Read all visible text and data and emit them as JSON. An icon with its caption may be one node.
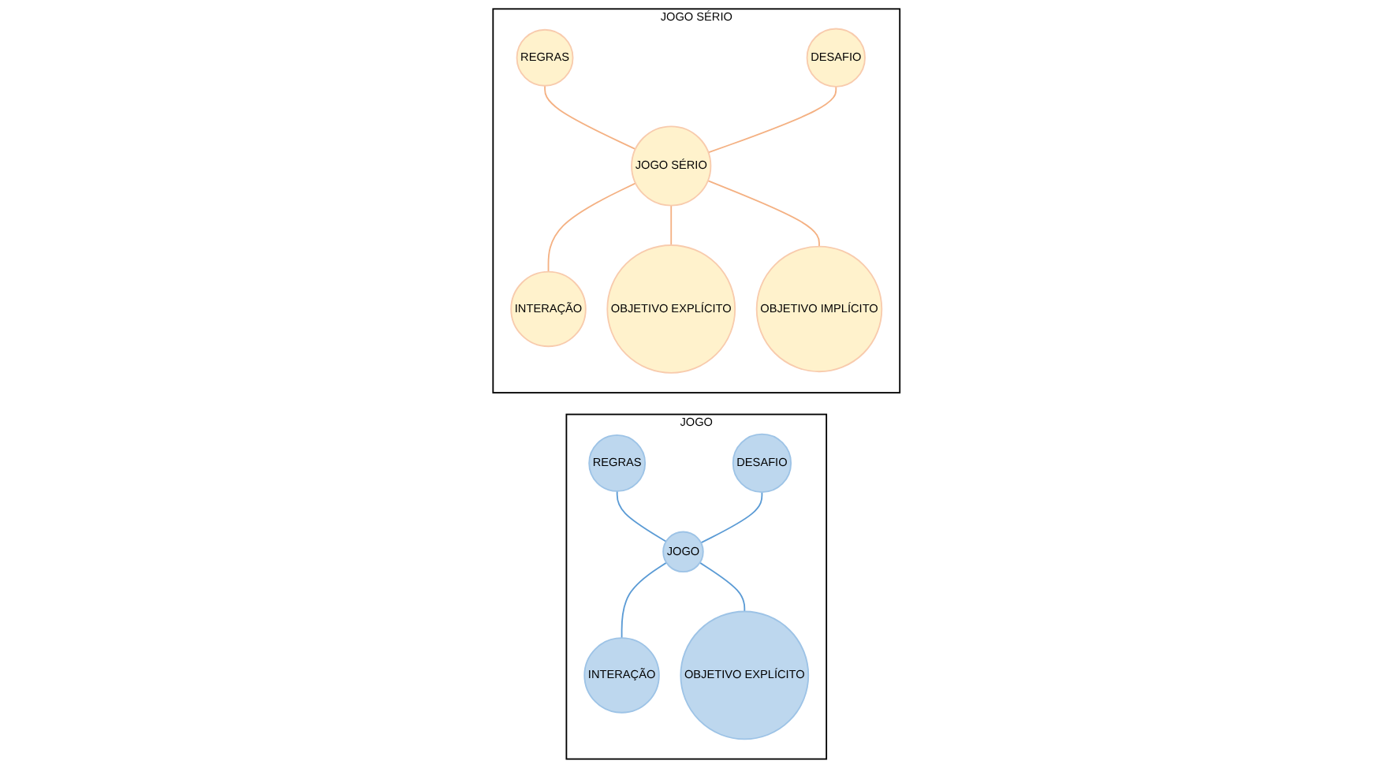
{
  "diagram": {
    "nodes": [
      {
        "text": [
          "JOGO"
        ]
      },
      {
        "text": [
          "REGRAS"
        ],
        "in": 0
      },
      {
        "text": [
          "DESAFIO"
        ],
        "in": 0
      },
      {
        "text": [
          "JOGO"
        ],
        "in": 0
      },
      {
        "text": [
          "INTERAÇÃO"
        ],
        "in": 0
      },
      {
        "text": [
          "OBJETIVO EXPLÍCITO"
        ],
        "in": 0
      },
      {
        "text": [
          "JOGO SÉRIO"
        ]
      },
      {
        "text": [
          "REGRAS"
        ],
        "in": 6
      },
      {
        "text": [
          "DESAFIO"
        ],
        "in": 6
      },
      {
        "text": [
          "JOGO SÉRIO"
        ],
        "in": 6
      },
      {
        "text": [
          "INTERAÇÃO"
        ],
        "in": 6
      },
      {
        "text": [
          "OBJETIVO EXPLÍCITO"
        ],
        "in": 6
      },
      {
        "text": [
          "OBJETIVO IMPLÍCITO"
        ],
        "in": 6
      }
    ],
    "edges": [
      {
        "from": 1,
        "to": 3,
        "arrow": "none",
        "color": "#5b9bd5"
      },
      {
        "from": 2,
        "to": 3,
        "arrow": "none",
        "color": "#5b9bd5"
      },
      {
        "from": 3,
        "to": 4,
        "arrow": "none",
        "color": "#5b9bd5"
      },
      {
        "from": 3,
        "to": 5,
        "arrow": "none",
        "color": "#5b9bd5"
      },
      {
        "from": 7,
        "to": 9,
        "arrow": "none",
        "color": "#f4b183"
      },
      {
        "from": 8,
        "to": 9,
        "arrow": "none",
        "color": "#f4b183"
      },
      {
        "from": 9,
        "to": 10,
        "arrow": "none",
        "color": "#f4b183"
      },
      {
        "from": 9,
        "to": 11,
        "arrow": "none",
        "color": "#f4b183"
      },
      {
        "from": 9,
        "to": 12,
        "arrow": "none",
        "color": "#f4b183"
      }
    ]
  }
}
